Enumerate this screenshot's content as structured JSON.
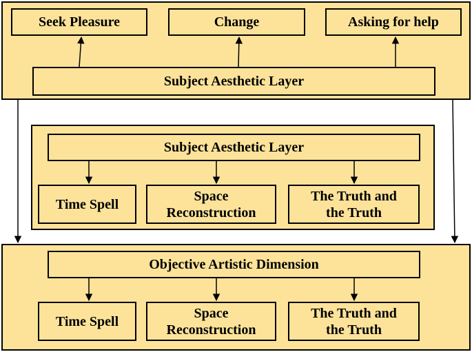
{
  "colors": {
    "fill": "#fde39a",
    "stroke": "#000000"
  },
  "top": {
    "outputs": [
      "Seek Pleasure",
      "Change",
      "Asking for help"
    ],
    "layer_label": "Subject Aesthetic Layer"
  },
  "middle": {
    "layer_label": "Subject Aesthetic Layer",
    "children": [
      "Time Spell",
      "Space\nReconstruction",
      "The Truth and\nthe Truth"
    ]
  },
  "bottom": {
    "layer_label": "Objective Artistic Dimension",
    "children": [
      "Time Spell",
      "Space\nReconstruction",
      "The Truth and\nthe Truth"
    ]
  }
}
